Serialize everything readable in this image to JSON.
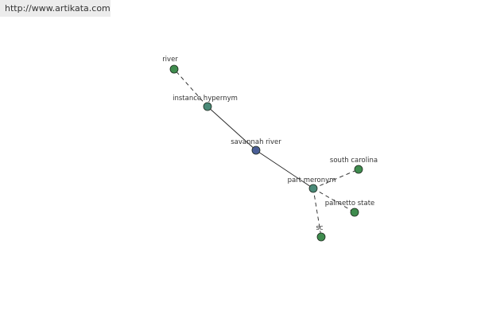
{
  "header": {
    "url": "http://www.artikata.com"
  },
  "colors": {
    "hub_node": "#4a5e96",
    "relation_node": "#4a8a78",
    "term_node": "#3f8c4e",
    "edge": "#222222",
    "background": "#ffffff",
    "url_bar": "#ececec"
  },
  "graph": {
    "center": "savannah river",
    "nodes": [
      {
        "id": "savannah_river",
        "label": "savannah river",
        "kind": "hub"
      },
      {
        "id": "instance_hypernym",
        "label": "instance hypernym",
        "kind": "relation"
      },
      {
        "id": "part_meronym",
        "label": "part meronym",
        "kind": "relation"
      },
      {
        "id": "river",
        "label": "river",
        "kind": "term"
      },
      {
        "id": "south_carolina",
        "label": "south carolina",
        "kind": "term"
      },
      {
        "id": "palmetto_state",
        "label": "palmetto state",
        "kind": "term"
      },
      {
        "id": "sc",
        "label": "sc",
        "kind": "term"
      }
    ],
    "edges": [
      {
        "from": "savannah_river",
        "to": "instance_hypernym",
        "style": "solid"
      },
      {
        "from": "savannah_river",
        "to": "part_meronym",
        "style": "solid"
      },
      {
        "from": "instance_hypernym",
        "to": "river",
        "style": "dashed"
      },
      {
        "from": "part_meronym",
        "to": "south_carolina",
        "style": "dashed"
      },
      {
        "from": "part_meronym",
        "to": "palmetto_state",
        "style": "dashed"
      },
      {
        "from": "part_meronym",
        "to": "sc",
        "style": "dashed"
      }
    ]
  }
}
